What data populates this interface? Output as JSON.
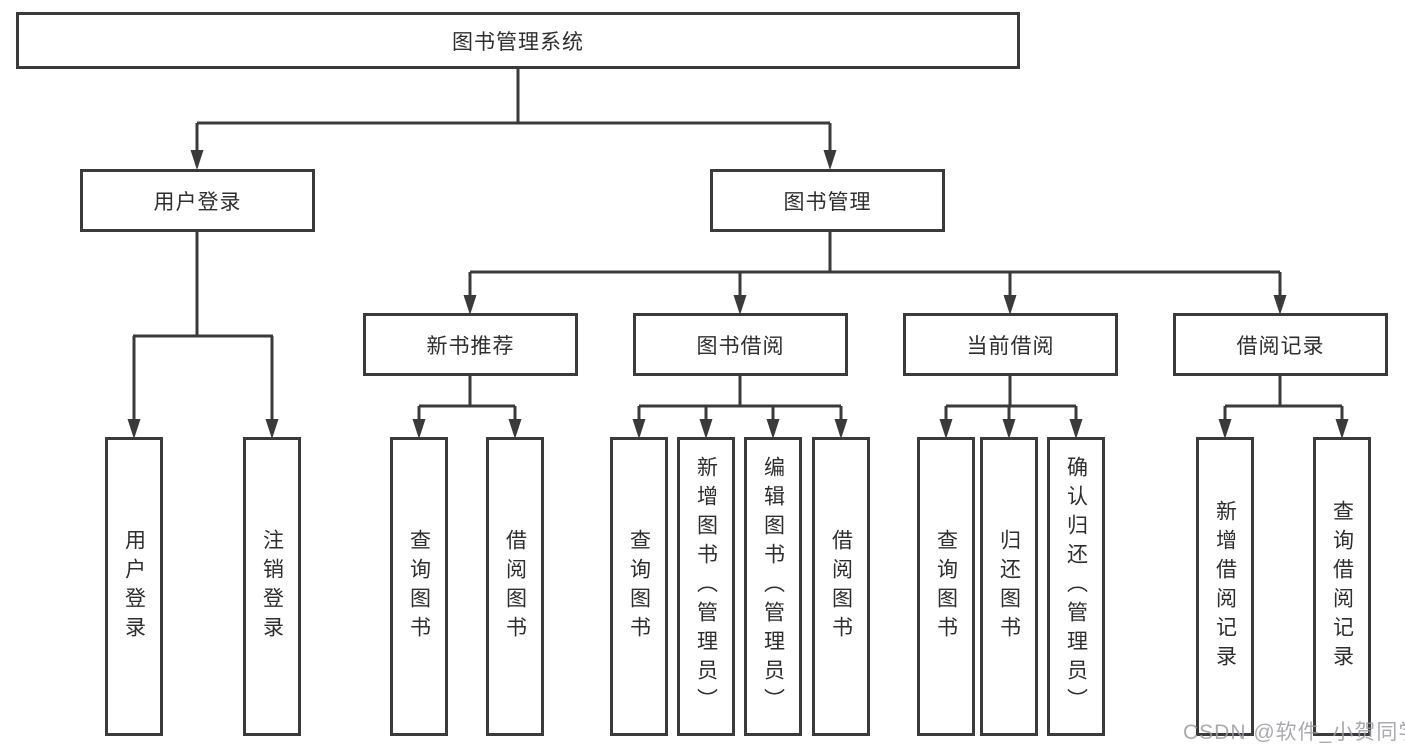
{
  "colors": {
    "line": "#3a3a3a",
    "box_border": "#3a3a3a",
    "text": "#2e2e2e",
    "background": "#ffffff",
    "watermark_text": "#9c9ca1"
  },
  "watermark": {
    "label": "CSDN @软件_小贺同学"
  },
  "tree": {
    "label": "图书管理系统",
    "children": [
      {
        "label": "用户登录",
        "children": [
          {
            "label": "用户登录"
          },
          {
            "label": "注销登录"
          }
        ]
      },
      {
        "label": "图书管理",
        "children": [
          {
            "label": "新书推荐",
            "children": [
              {
                "label": "查询图书"
              },
              {
                "label": "借阅图书"
              }
            ]
          },
          {
            "label": "图书借阅",
            "children": [
              {
                "label": "查询图书"
              },
              {
                "label": "新增图书（管理员）"
              },
              {
                "label": "编辑图书（管理员）"
              },
              {
                "label": "借阅图书"
              }
            ]
          },
          {
            "label": "当前借阅",
            "children": [
              {
                "label": "查询图书"
              },
              {
                "label": "归还图书"
              },
              {
                "label": "确认归还（管理员）"
              }
            ]
          },
          {
            "label": "借阅记录",
            "children": [
              {
                "label": "新增借阅记录"
              },
              {
                "label": "查询借阅记录"
              }
            ]
          }
        ]
      }
    ]
  }
}
